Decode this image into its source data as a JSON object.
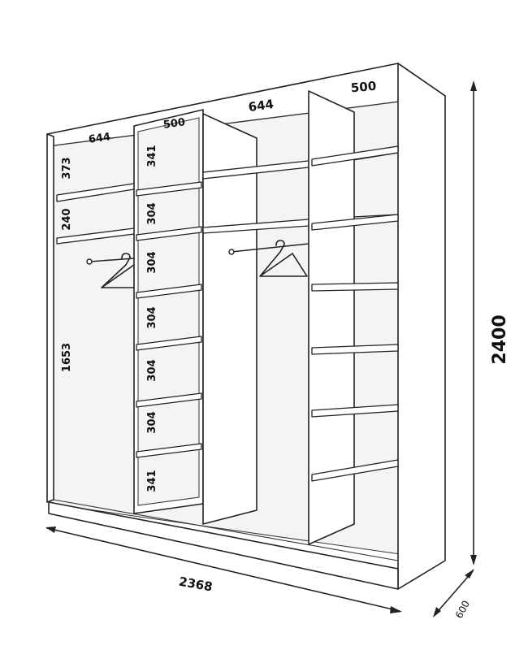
{
  "wardrobe": {
    "overall": {
      "height": "2400",
      "width": "2368",
      "depth": "600"
    },
    "top_widths": {
      "left_section": "644",
      "left_shelf_stack": "500",
      "center_section": "644",
      "right_shelf_stack": "500"
    },
    "left_section_heights": [
      "373",
      "240",
      "1653"
    ],
    "shelf_stack_heights": [
      "341",
      "304",
      "304",
      "304",
      "304",
      "304",
      "341"
    ]
  }
}
